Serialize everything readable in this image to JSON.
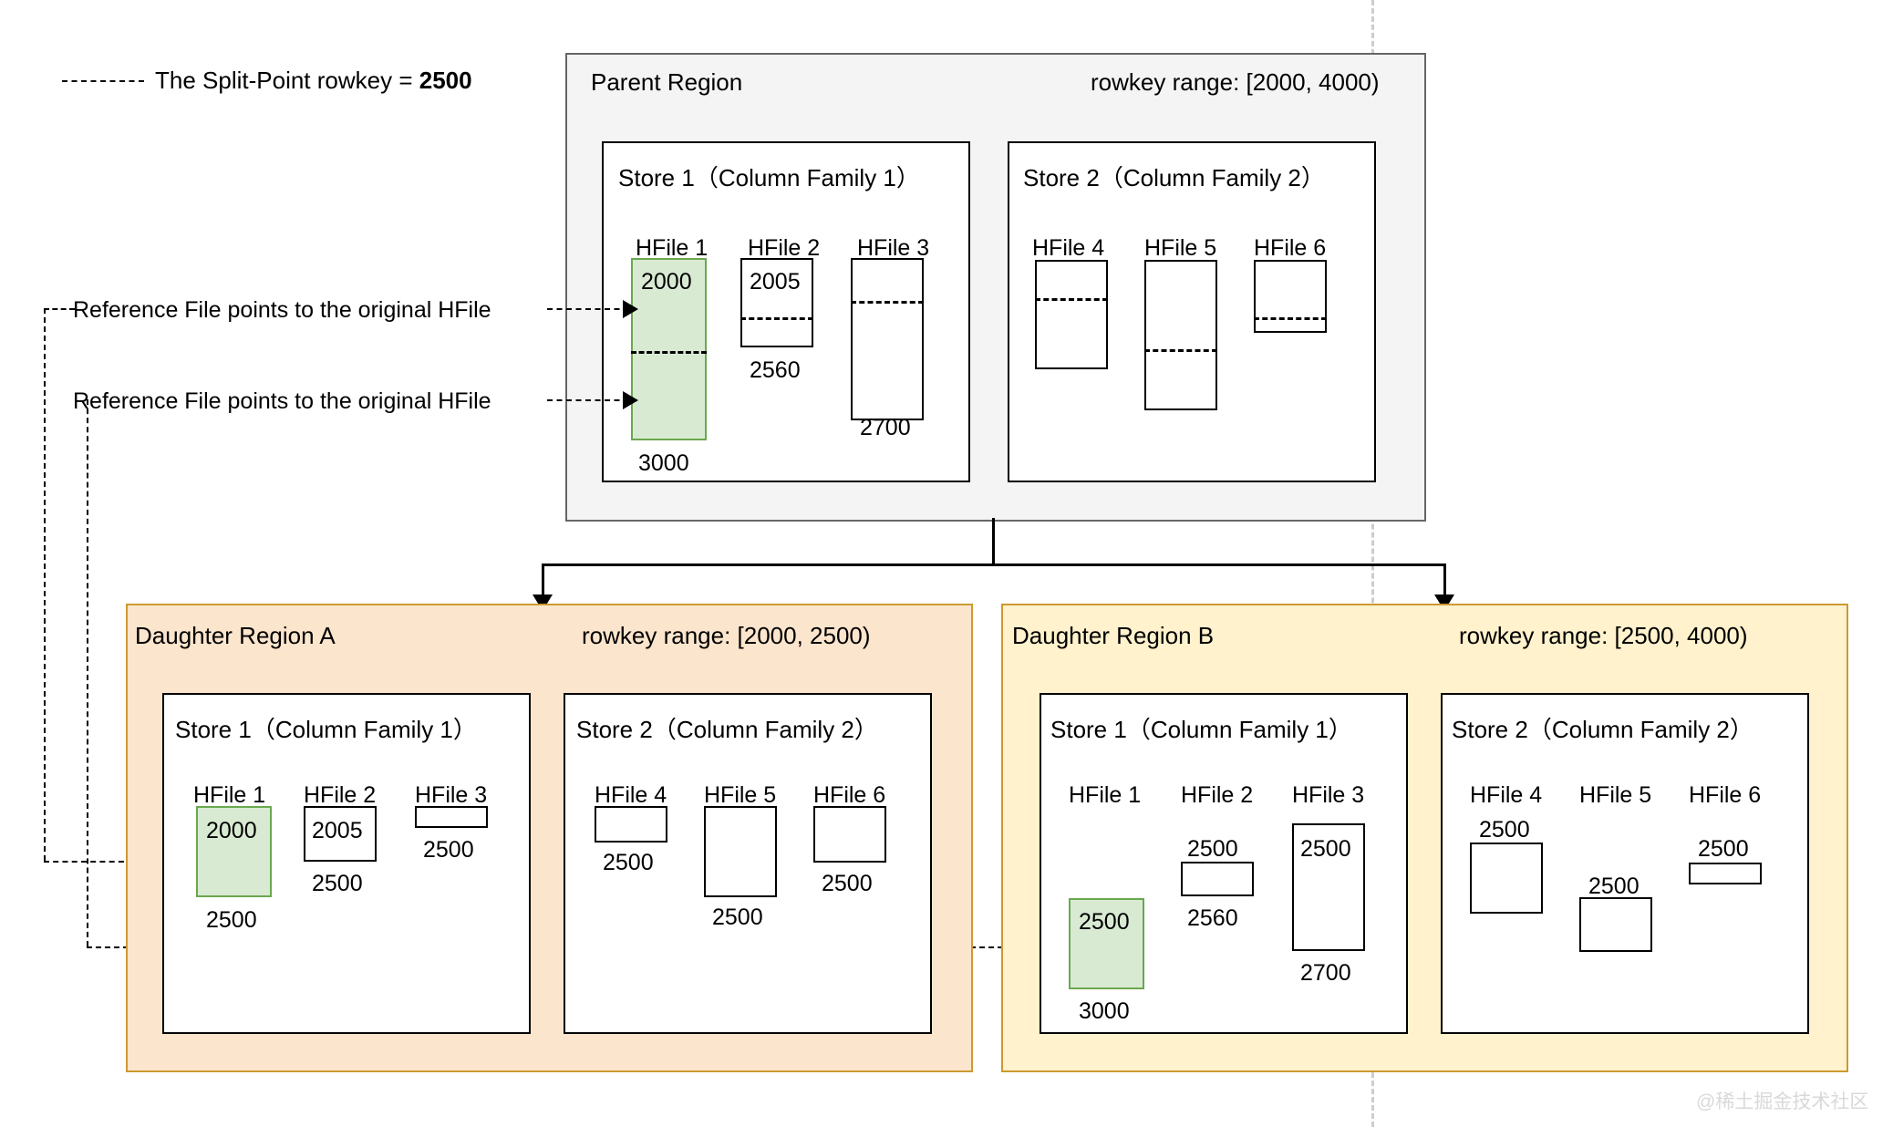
{
  "legend": {
    "text_prefix": "The Split-Point rowkey = ",
    "split_point": "2500"
  },
  "parent_region": {
    "title": "Parent Region",
    "rowkey_range": "rowkey range: [2000, 4000)",
    "background_color": "#f4f4f4",
    "border_color": "#666666",
    "stores": [
      {
        "title": "Store 1（Column Family 1）",
        "hfiles": [
          {
            "name": "HFile 1",
            "top_value": "2000",
            "bottom_value": "3000",
            "highlight": true
          },
          {
            "name": "HFile 2",
            "top_value": "2005",
            "bottom_value": "2560",
            "highlight": false
          },
          {
            "name": "HFile 3",
            "top_value": "",
            "bottom_value": "2700",
            "highlight": false
          }
        ]
      },
      {
        "title": "Store 2（Column Family 2）",
        "hfiles": [
          {
            "name": "HFile 4",
            "top_value": "",
            "bottom_value": "",
            "highlight": false
          },
          {
            "name": "HFile 5",
            "top_value": "",
            "bottom_value": "",
            "highlight": false
          },
          {
            "name": "HFile 6",
            "top_value": "",
            "bottom_value": "",
            "highlight": false
          }
        ]
      }
    ]
  },
  "annotations": {
    "reference_note_1": "Reference File points to the original HFile",
    "reference_note_2": "Reference File points to the original HFile"
  },
  "daughter_a": {
    "title": "Daughter Region A",
    "rowkey_range": "rowkey range: [2000, 2500)",
    "background_color": "#fce5cd",
    "border_color": "#cc9a30",
    "stores": [
      {
        "title": "Store 1（Column Family 1）",
        "hfiles": [
          {
            "name": "HFile 1",
            "top_value": "2000",
            "bottom_value": "2500",
            "highlight": true
          },
          {
            "name": "HFile 2",
            "top_value": "2005",
            "bottom_value": "2500",
            "highlight": false
          },
          {
            "name": "HFile 3",
            "top_value": "",
            "bottom_value": "2500",
            "highlight": false
          }
        ]
      },
      {
        "title": "Store 2（Column Family 2）",
        "hfiles": [
          {
            "name": "HFile 4",
            "top_value": "",
            "bottom_value": "2500",
            "highlight": false
          },
          {
            "name": "HFile 5",
            "top_value": "",
            "bottom_value": "2500",
            "highlight": false
          },
          {
            "name": "HFile 6",
            "top_value": "",
            "bottom_value": "2500",
            "highlight": false
          }
        ]
      }
    ]
  },
  "daughter_b": {
    "title": "Daughter Region B",
    "rowkey_range": "rowkey range: [2500, 4000)",
    "background_color": "#fff2cc",
    "border_color": "#cc9a30",
    "stores": [
      {
        "title": "Store 1（Column Family 1）",
        "hfiles": [
          {
            "name": "HFile 1",
            "top_value": "2500",
            "bottom_value": "3000",
            "highlight": true
          },
          {
            "name": "HFile 2",
            "top_value": "2500",
            "bottom_value": "2560",
            "highlight": false
          },
          {
            "name": "HFile 3",
            "top_value": "2500",
            "bottom_value": "2700",
            "highlight": false
          }
        ]
      },
      {
        "title": "Store 2（Column Family 2）",
        "hfiles": [
          {
            "name": "HFile 4",
            "top_value": "2500",
            "bottom_value": "",
            "highlight": false
          },
          {
            "name": "HFile 5",
            "top_value": "2500",
            "bottom_value": "",
            "highlight": false
          },
          {
            "name": "HFile 6",
            "top_value": "2500",
            "bottom_value": "",
            "highlight": false
          }
        ]
      }
    ]
  },
  "watermark": "@稀土掘金技术社区",
  "colors": {
    "highlight_fill": "#d9ead3",
    "highlight_border": "#6aa84f",
    "split_line": "#cccccc"
  }
}
